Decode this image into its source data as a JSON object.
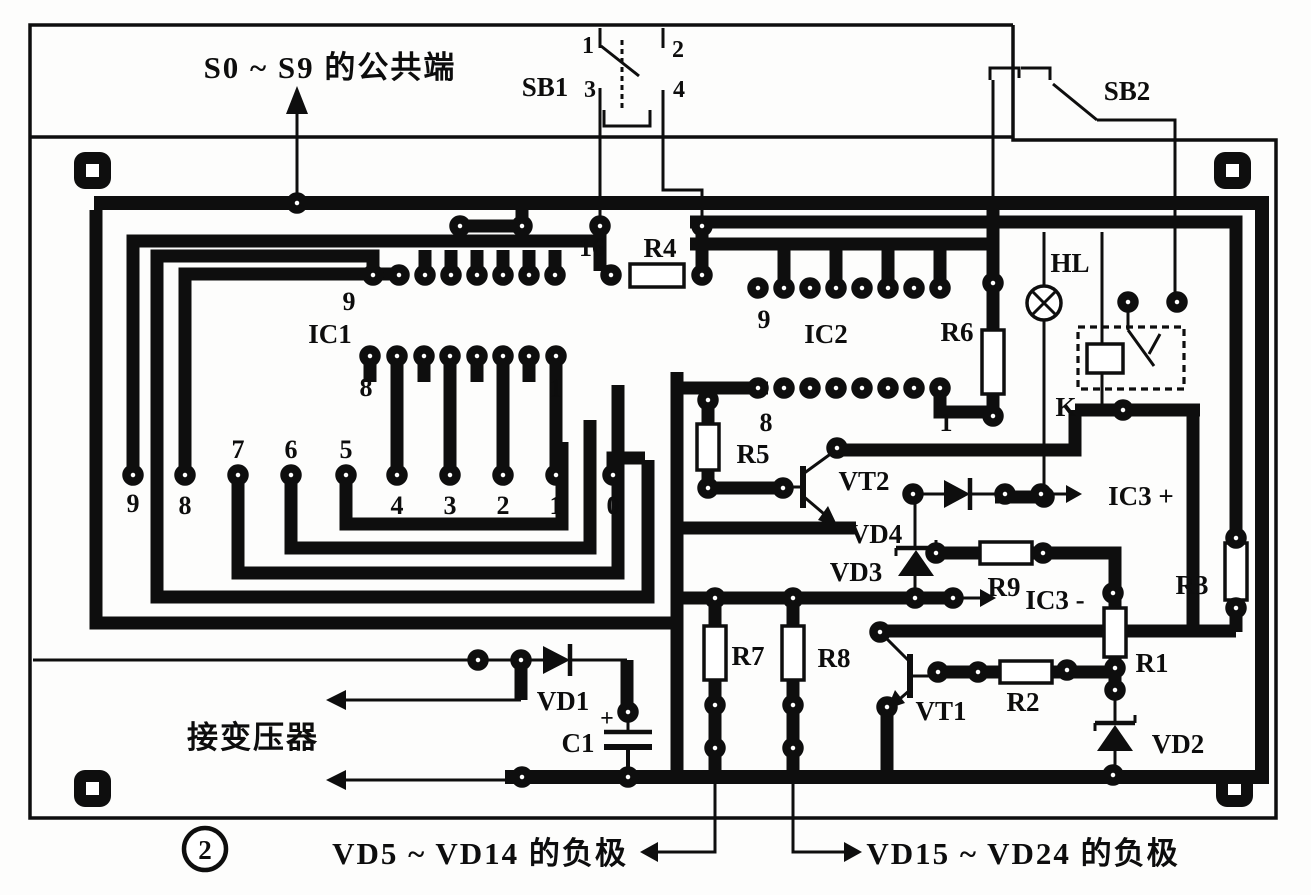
{
  "figure": {
    "number": "2",
    "board_color": "#fdfdfc",
    "ink_color": "#0e0e0e"
  },
  "labels": {
    "top_terminal": "S0 ~ S9 的公共端",
    "transformer": "接变压器",
    "vd5_vd14": "VD5 ~ VD14 的负极",
    "vd15_vd24": "VD15 ~ VD24 的负极",
    "ic3_plus": "IC3 +",
    "ic3_minus": "IC3 -"
  },
  "switches": {
    "sb1": {
      "label": "SB1",
      "pin1": "1",
      "pin2": "2",
      "pin3": "3",
      "pin4": "4"
    },
    "sb2": {
      "label": "SB2"
    }
  },
  "ics": {
    "ic1": {
      "label": "IC1",
      "pin9": "9",
      "pin16": "16",
      "pin8": "8",
      "pin1": "1"
    },
    "ic2": {
      "label": "IC2",
      "pin9": "9",
      "pin8": "8",
      "pin1": "1"
    }
  },
  "pad_digits": [
    "9",
    "8",
    "7",
    "6",
    "5",
    "4",
    "3",
    "2",
    "1",
    "0"
  ],
  "resistors": {
    "r1": "R1",
    "r2": "R2",
    "r3": "R3",
    "r4": "R4",
    "r5": "R5",
    "r6": "R6",
    "r7": "R7",
    "r8": "R8",
    "r9": "R9"
  },
  "semis": {
    "vt1": "VT1",
    "vt2": "VT2",
    "vd1": "VD1",
    "vd2": "VD2",
    "vd3": "VD3",
    "vd4": "VD4"
  },
  "misc": {
    "lamp": "HL",
    "relay": "K",
    "cap": "C1",
    "cap_plus": "+"
  }
}
